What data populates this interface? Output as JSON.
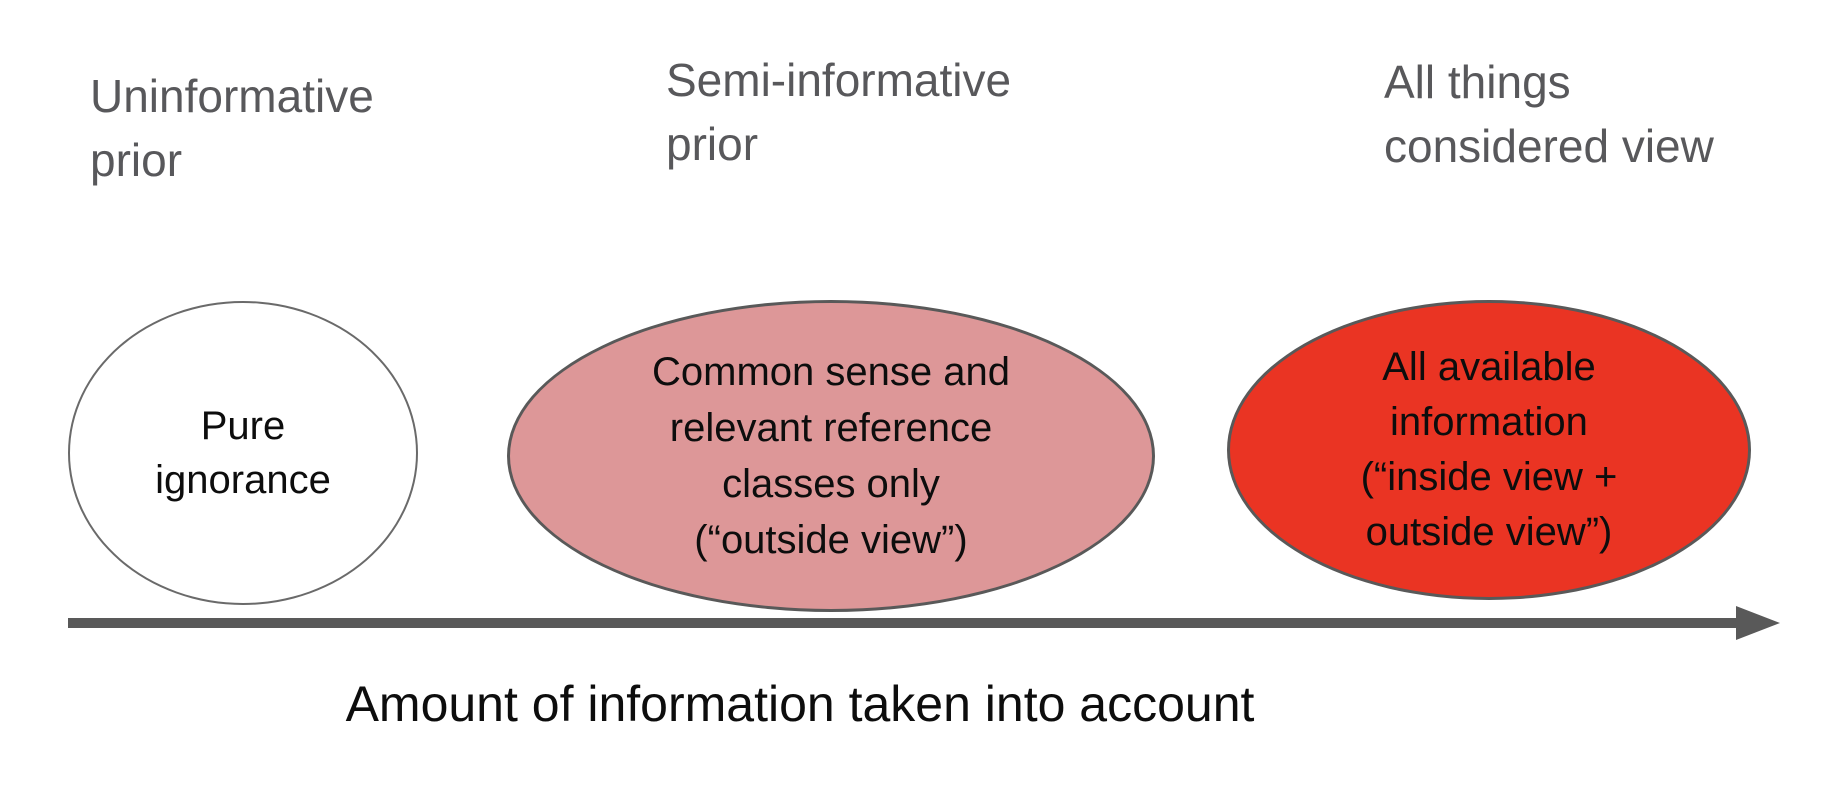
{
  "diagram": {
    "stage_labels": [
      {
        "text": "Uninformative\nprior"
      },
      {
        "text": "Semi-informative\nprior"
      },
      {
        "text": "All things\nconsidered view"
      }
    ],
    "ellipses": [
      {
        "label": "Pure\nignorance",
        "fill": "#ffffff"
      },
      {
        "label": "Common sense and\nrelevant reference\nclasses only\n(“outside view”)",
        "fill": "#dd9798"
      },
      {
        "label": "All available\ninformation\n(“inside view +\noutside view”)",
        "fill": "#ea3423"
      }
    ],
    "axis": {
      "label": "Amount of information taken into account"
    },
    "colors": {
      "stage_label_gray": "#58585b",
      "arrow_gray": "#595959",
      "ellipse_border_gray": "#595959",
      "pink_fill": "#dd9798",
      "red_fill": "#ea3423",
      "text_black": "#0d0d0d",
      "background": "#ffffff"
    }
  }
}
